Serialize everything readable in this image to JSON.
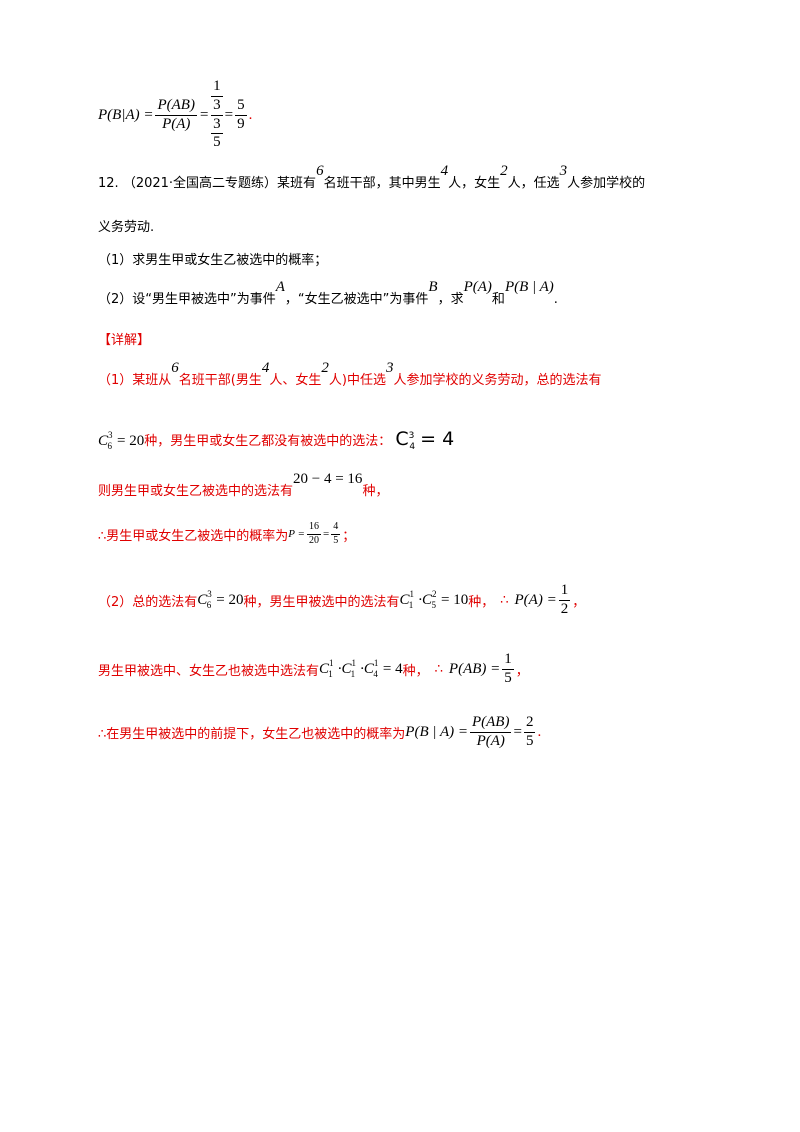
{
  "top_formula": {
    "lhs": "P(B|A) =",
    "frac_num": "P(AB)",
    "frac_den": "P(A)",
    "eq": "=",
    "nested_num_num": "1",
    "nested_num_den": "3",
    "nested_den_num": "3",
    "nested_den_den": "5",
    "result": "= 5/9",
    "result_num": "5",
    "result_den": "9",
    "period": "."
  },
  "problem": {
    "number": "12.",
    "source": "（2021·全国高二专题练）",
    "text_a": "某班有",
    "n6": "6",
    "text_b": "名班干部，其中男生",
    "n4": "4",
    "text_c": "人，女生",
    "n2": "2",
    "text_d": "人，任选",
    "n3": "3",
    "text_e": "人参加学校的",
    "line2": "义务劳动.",
    "q1": "（1）求男生甲或女生乙被选中的概率；",
    "q2_a": "（2）设“男生甲被选中”为事件",
    "q2_A": "A",
    "q2_b": "，“女生乙被选中”为事件",
    "q2_B": "B",
    "q2_c": "，求",
    "q2_PA": "P(A)",
    "q2_d": "和",
    "q2_PBA": "P(B | A)",
    "q2_e": "."
  },
  "answer": {
    "heading": "【详解】",
    "p1_a": "（1）某班从",
    "p1_6": "6",
    "p1_b": "名班干部(男生",
    "p1_4": "4",
    "p1_c": "人、女生",
    "p1_2": "2",
    "p1_d": "人)中任选",
    "p1_3": "3",
    "p1_e": "人参加学校的义务劳动，总的选法有",
    "c63": "C",
    "c63_sub": "6",
    "c63_sup": "3",
    "c63_val": "= 20",
    "p2_a": "种，男生甲或女生乙都没有被选中的选法：",
    "c43": "C",
    "c43_sub": "4",
    "c43_sup": "3",
    "c43_val": "= 4",
    "p3_a": "则男生甲或女生乙被选中的选法有",
    "p3_expr": "20 − 4 = 16",
    "p3_b": "种，",
    "p4_a": "∴男生甲或女生乙被选中的概率为",
    "p4_P": "P =",
    "p4_n1": "16",
    "p4_d1": "20",
    "p4_eq": "=",
    "p4_n2": "4",
    "p4_d2": "5",
    "p4_b": "；",
    "p5_a": "（2）总的选法有",
    "p5_expr1": "= 20",
    "p5_b": "种，男生甲被选中的选法有",
    "p5_expr2": "= 10",
    "p5_c": "种，",
    "therefore": "∴",
    "p5_PA": "P(A) =",
    "p5_n": "1",
    "p5_d": "2",
    "p5_end": "，",
    "p6_a": "男生甲被选中、女生乙也被选中选法有",
    "p6_expr": "= 4",
    "p6_b": "种，",
    "p6_PAB": "P(AB) =",
    "p6_n": "1",
    "p6_d": "5",
    "p6_end": "，",
    "p7_a": "∴在男生甲被选中的前提下，女生乙也被选中的概率为",
    "p7_lhs": "P(B | A) =",
    "p7_fn": "P(AB)",
    "p7_fd": "P(A)",
    "p7_eq": "=",
    "p7_n": "2",
    "p7_d": "5",
    "p7_end": "."
  }
}
